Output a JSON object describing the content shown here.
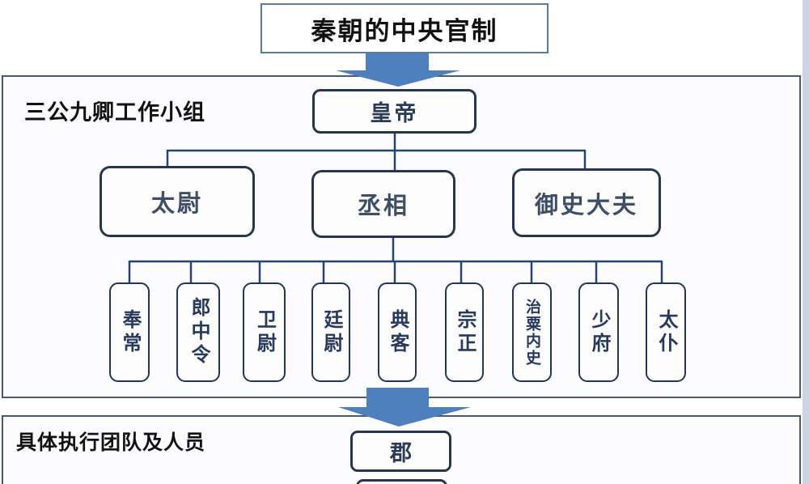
{
  "title": "秦朝的中央官制",
  "sections": {
    "top_label": "三公九卿工作小组",
    "bottom_label": "具体执行团队及人员"
  },
  "org": {
    "emperor": "皇帝",
    "three_lords": [
      "太尉",
      "丞相",
      "御史大夫"
    ],
    "nine_ministers": [
      "奉常",
      "郎中令",
      "卫尉",
      "廷尉",
      "典客",
      "宗正",
      "治粟内史",
      "少府",
      "太仆"
    ],
    "local_level": [
      "郡"
    ]
  },
  "colors": {
    "arrow": "#4e80bd",
    "connector": "#24437c",
    "panel_border": "#4a596c",
    "node_border": "#26364f",
    "title_border": "#5c7b97",
    "edge_strip": "#cbd4e2",
    "label_text": "#121212",
    "node_text": "#2b3a55"
  }
}
